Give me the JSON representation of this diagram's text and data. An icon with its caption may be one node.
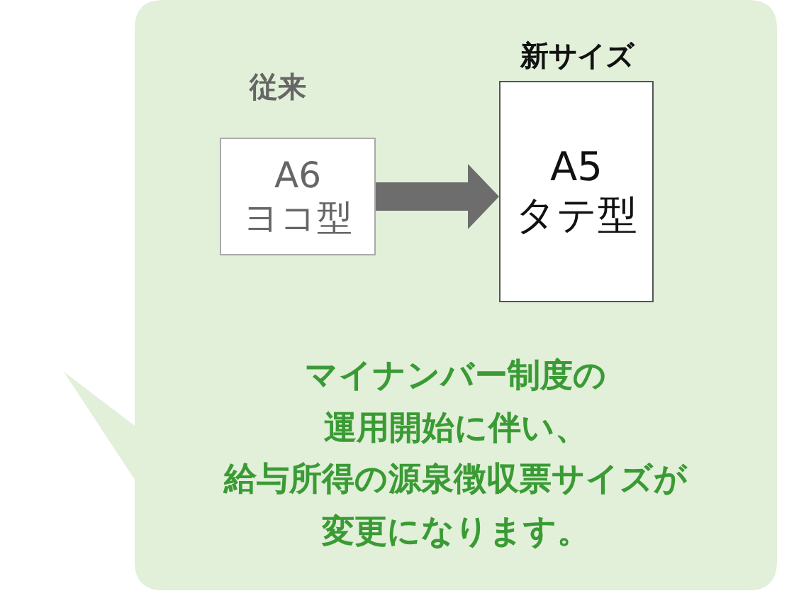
{
  "diagram": {
    "nodes": [
      {
        "text": [
          "マイナンバー制度の運用開始に伴い、給与所得の源泉徴収票サイズが変更になります。"
        ]
      },
      {
        "text": [
          "従来",
          "A6 ヨコ型"
        ],
        "in": 0
      },
      {
        "text": [
          "新サイズ",
          "A5 タテ型"
        ],
        "in": 0
      }
    ],
    "edges": [
      {
        "from": 1,
        "to": 2,
        "arrow": "to",
        "style": "thick",
        "color": "#6d6d6d"
      }
    ]
  }
}
